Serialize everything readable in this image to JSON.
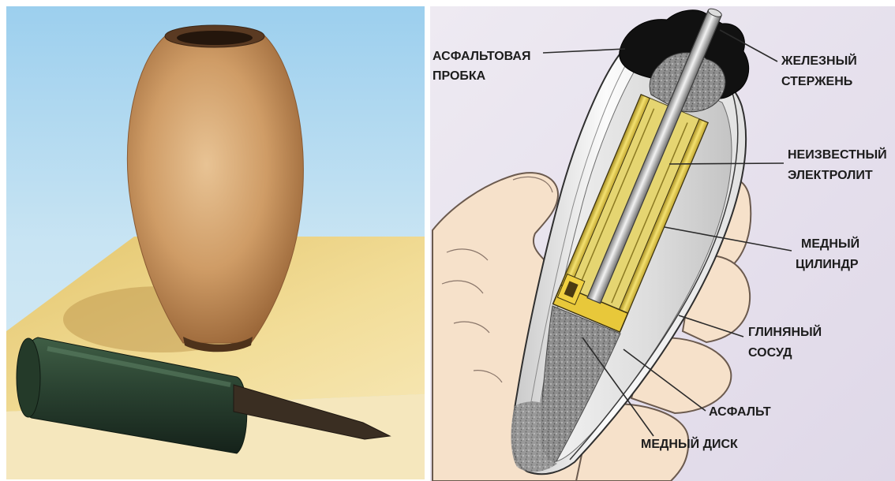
{
  "diagram": {
    "labels": {
      "asphalt_plug": [
        "АСФАЛЬТОВАЯ",
        "ПРОБКА"
      ],
      "iron_rod": [
        "ЖЕЛЕЗНЫЙ",
        "СТЕРЖЕНЬ"
      ],
      "unknown_electrolyte": [
        "НЕИЗВЕСТНЫЙ",
        "ЭЛЕКТРОЛИТ"
      ],
      "copper_cylinder": [
        "МЕДНЫЙ",
        "ЦИЛИНДР"
      ],
      "clay_vessel": [
        "ГЛИНЯНЫЙ",
        "СОСУД"
      ],
      "asphalt": [
        "АСФАЛЬТ"
      ],
      "copper_disc": [
        "МЕДНЫЙ ДИСК"
      ]
    }
  },
  "colors": {
    "label_text": "#1c1c1c",
    "leader_line": "#2b2b2b",
    "copper": "#e6cc4a",
    "asphalt": "#121212",
    "clay": "#c9955f",
    "sky": "#a9d6ef",
    "diagram_background": "#ece7f1"
  }
}
